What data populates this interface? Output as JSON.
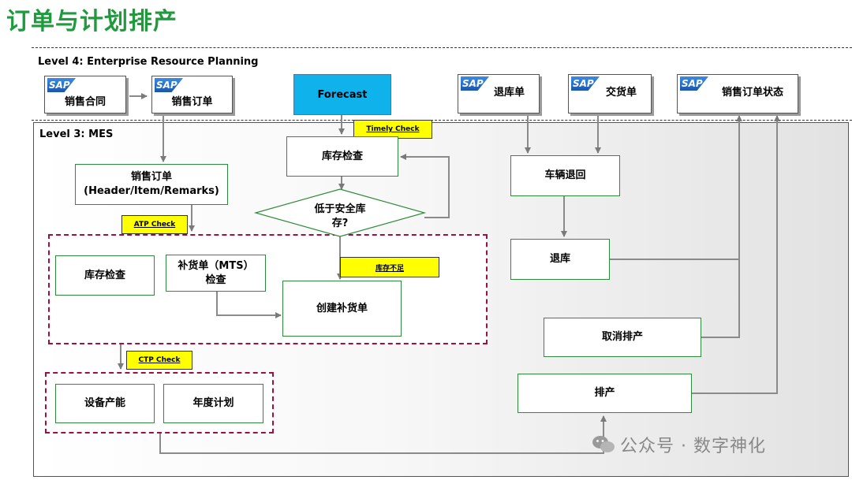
{
  "title": "订单与计划排产",
  "level4_label": "Level 4: Enterprise Resource Planning",
  "level3_label": "Level 3: MES",
  "sap_logo_text": "SAP",
  "sap_boxes": {
    "sales_contract": "销售合同",
    "sales_order": "销售订单",
    "return_doc": "退库单",
    "delivery_doc": "交货单",
    "sales_order_status": "销售订单状态"
  },
  "forecast": "Forecast",
  "checks": {
    "timely": "Timely Check",
    "atp": "ATP Check",
    "stock_short": "库存不足",
    "ctp": "CTP Check"
  },
  "mes_boxes": {
    "sales_order_line1": "销售订单",
    "sales_order_line2": "(Header/Item/Remarks)",
    "inventory_check_top": "库存检查",
    "diamond_line1": "低于安全库",
    "diamond_line2": "存?",
    "inventory_check": "库存检查",
    "replenish_check_line1": "补货单（MTS）",
    "replenish_check_line2": "检查",
    "create_replenish": "创建补货单",
    "equipment_capacity": "设备产能",
    "annual_plan": "年度计划",
    "vehicle_return": "车辆退回",
    "return_stock": "退库",
    "cancel_schedule": "取消排产",
    "schedule": "排产"
  },
  "watermark": "公众号 · 数字神化"
}
